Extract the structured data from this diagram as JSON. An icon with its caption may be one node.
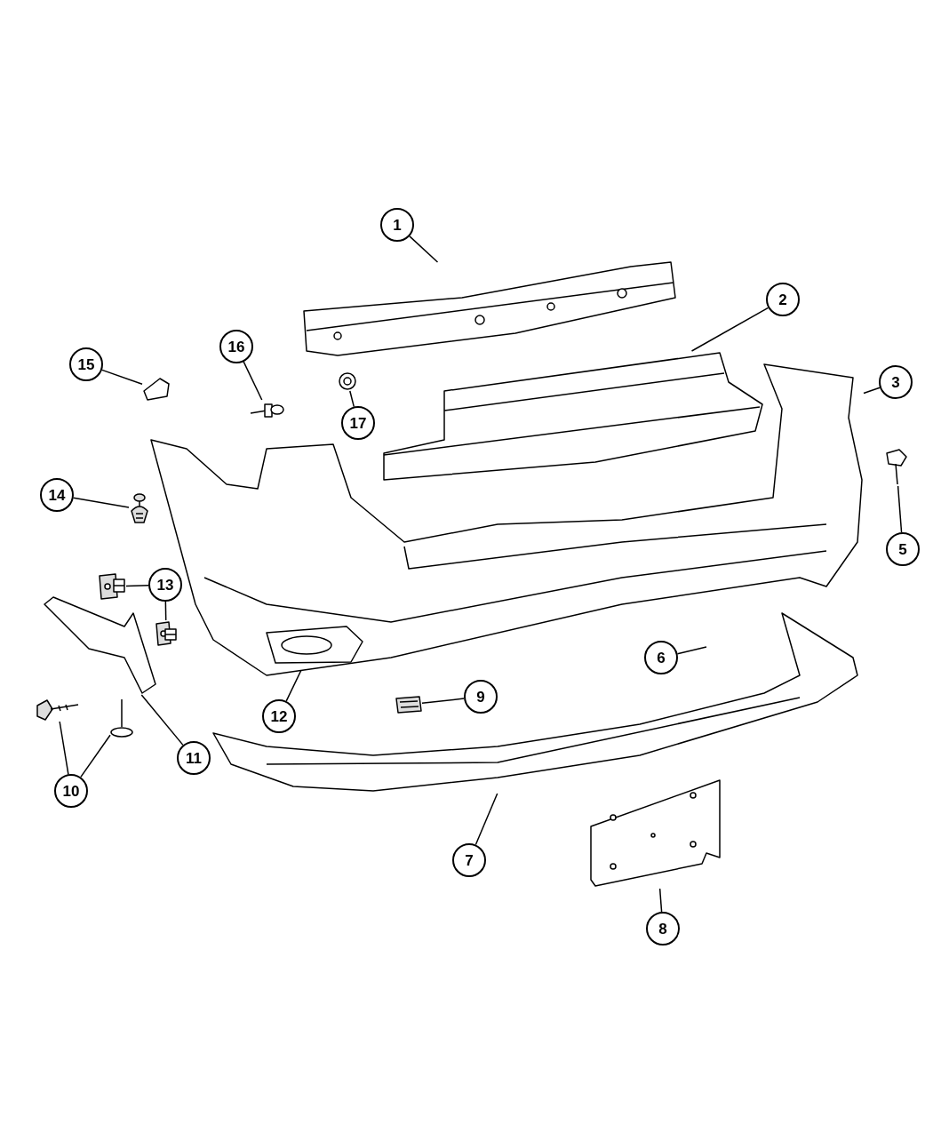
{
  "diagram": {
    "nodes": [
      {
        "text": [
          "1"
        ]
      },
      {
        "text": [
          "2"
        ]
      },
      {
        "text": [
          "3"
        ]
      },
      {
        "text": [
          "5"
        ]
      },
      {
        "text": [
          "6"
        ]
      },
      {
        "text": [
          "7"
        ]
      },
      {
        "text": [
          "8"
        ]
      },
      {
        "text": [
          "9"
        ]
      },
      {
        "text": [
          "10"
        ]
      },
      {
        "text": [
          "11"
        ]
      },
      {
        "text": [
          "12"
        ]
      },
      {
        "text": [
          "13"
        ]
      },
      {
        "text": [
          "14"
        ]
      },
      {
        "text": [
          "15"
        ]
      },
      {
        "text": [
          "16"
        ]
      },
      {
        "text": [
          "17"
        ]
      },
      {
        "text": [],
        "shape": "picture"
      },
      {
        "text": [],
        "shape": "picture"
      },
      {
        "text": [],
        "shape": "picture"
      },
      {
        "text": [],
        "shape": "picture"
      },
      {
        "text": [],
        "shape": "picture"
      },
      {
        "text": [],
        "shape": "picture"
      },
      {
        "text": [],
        "shape": "picture"
      },
      {
        "text": [],
        "shape": "picture"
      },
      {
        "text": [],
        "shape": "picture"
      },
      {
        "text": [],
        "shape": "picture"
      },
      {
        "text": [],
        "shape": "picture",
        "in": 18
      },
      {
        "text": [],
        "shape": "picture"
      },
      {
        "text": [],
        "shape": "picture"
      },
      {
        "text": [],
        "shape": "picture"
      },
      {
        "text": [],
        "shape": "picture"
      },
      {
        "text": [],
        "shape": "picture"
      },
      {
        "text": [],
        "shape": "picture"
      }
    ],
    "edges": [
      {
        "from": 0,
        "to": 16,
        "arrow": "none"
      },
      {
        "from": 1,
        "to": 17,
        "arrow": "none"
      },
      {
        "from": 2,
        "to": 18,
        "arrow": "none"
      },
      {
        "from": 3,
        "to": 19,
        "arrow": "none"
      },
      {
        "from": 4,
        "to": null,
        "arrow": "none"
      },
      {
        "from": 5,
        "to": 20,
        "arrow": "none"
      },
      {
        "from": 6,
        "to": 21,
        "arrow": "none"
      },
      {
        "from": 7,
        "to": 22,
        "arrow": "none"
      },
      {
        "from": 8,
        "to": 23,
        "arrow": "none"
      },
      {
        "from": 8,
        "to": 24,
        "arrow": "none"
      },
      {
        "from": 9,
        "to": 25,
        "arrow": "none"
      },
      {
        "from": 10,
        "to": 26,
        "arrow": "none"
      },
      {
        "from": 11,
        "to": 27,
        "arrow": "none"
      },
      {
        "from": 11,
        "to": 28,
        "arrow": "none"
      },
      {
        "from": 12,
        "to": 29,
        "arrow": "none"
      },
      {
        "from": 13,
        "to": 30,
        "arrow": "none"
      },
      {
        "from": 14,
        "to": 31,
        "arrow": "none"
      },
      {
        "from": 15,
        "to": 32,
        "arrow": "none"
      }
    ]
  }
}
